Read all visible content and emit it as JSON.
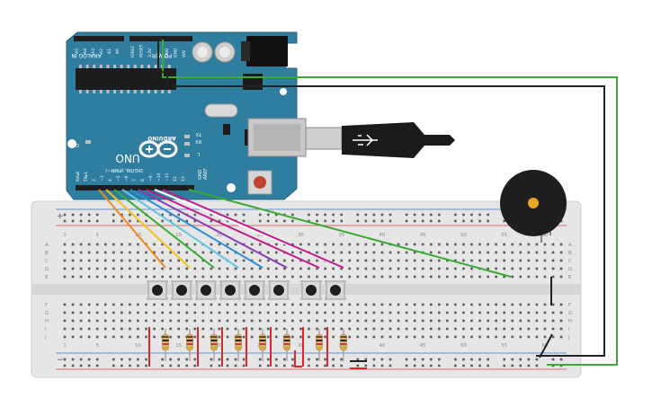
{
  "board": {
    "analog_in": "ANALOG IN",
    "analog_pins": [
      "A0",
      "A1",
      "A2",
      "A3",
      "A4",
      "A5"
    ],
    "power": "POWER",
    "power_pins": [
      "VIN",
      "GND",
      "GND",
      "5V",
      "3.3V",
      "RESET",
      "IOREF"
    ],
    "uno": "UNO",
    "arduino": "ARDUINO",
    "on": "ON",
    "tx": "TX",
    "rx": "RX",
    "l": "L",
    "digital": "DIGITAL (PWM~)",
    "aref": "AREF",
    "gnd": "GND",
    "digital_pins": [
      "13",
      "12",
      "~11",
      "~10",
      "~9",
      "8",
      "7",
      "~6",
      "~5",
      "4",
      "~3",
      "2",
      "TX▸1",
      "RX◂0"
    ]
  },
  "breadboard": {
    "col_labels": [
      "1",
      "5",
      "10",
      "15",
      "20",
      "25",
      "30",
      "35",
      "40",
      "45",
      "50",
      "55",
      "60"
    ],
    "rows_top": [
      "A",
      "B",
      "C",
      "D",
      "E"
    ],
    "rows_bottom": [
      "F",
      "G",
      "H",
      "I",
      "J"
    ]
  },
  "colors": {
    "board": "#2f7ea0",
    "breadboard": "#e4e4e4",
    "wire_orange": "#f08a1c",
    "wire_yellow": "#f3c21b",
    "wire_green": "#3aaa35",
    "wire_cyan": "#5fc6e3",
    "wire_blue": "#2c8fd6",
    "wire_purple": "#8a3db4",
    "wire_magenta": "#c21c8c",
    "wire_white": "#ffffff",
    "wire_black": "#222222",
    "wire_red": "#d8272d",
    "button": "#d9d9d9",
    "buzzer": "#222222"
  },
  "components": {
    "buttons": 8,
    "resistors": 8,
    "buzzer": "buzzer-icon",
    "usb": "usb-cable-icon"
  }
}
